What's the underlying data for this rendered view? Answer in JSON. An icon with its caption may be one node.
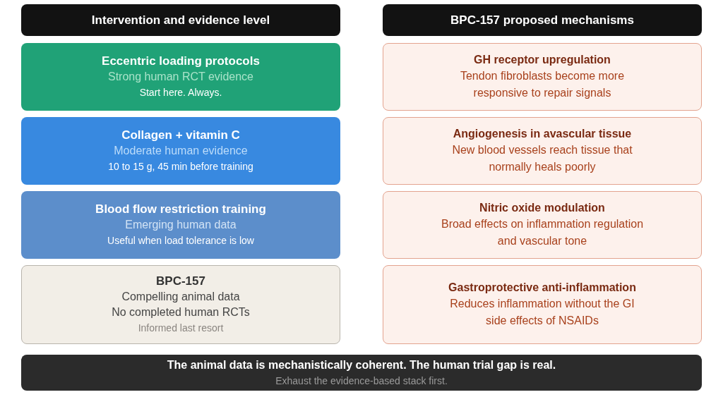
{
  "diagram": {
    "nodes": [
      {
        "text": [
          "Intervention and evidence level"
        ]
      },
      {
        "text": [
          "BPC-157 proposed mechanisms"
        ]
      },
      {
        "text": [
          "Eccentric loading protocols",
          "Strong human RCT evidence",
          "Start here. Always."
        ]
      },
      {
        "text": [
          "Collagen + vitamin C",
          "Moderate human evidence",
          "10 to 15 g, 45 min before training"
        ]
      },
      {
        "text": [
          "Blood flow restriction training",
          "Emerging human data",
          "Useful when load tolerance is low"
        ]
      },
      {
        "text": [
          "BPC-157",
          "Compelling animal data",
          "No completed human RCTs",
          "Informed last resort"
        ]
      },
      {
        "text": [
          "GH receptor upregulation",
          "Tendon fibroblasts become more responsive to repair signals"
        ]
      },
      {
        "text": [
          "Angiogenesis in avascular tissue",
          "New blood vessels reach tissue that normally heals poorly"
        ]
      },
      {
        "text": [
          "Nitric oxide modulation",
          "Broad effects on inflammation regulation and vascular tone"
        ]
      },
      {
        "text": [
          "Gastroprotective anti-inflammation",
          "Reduces inflammation without the GI side effects of NSAIDs"
        ]
      },
      {
        "text": [
          "The animal data is mechanistically coherent. The human trial gap is real.",
          "Exhaust the evidence-based stack first."
        ]
      }
    ]
  }
}
